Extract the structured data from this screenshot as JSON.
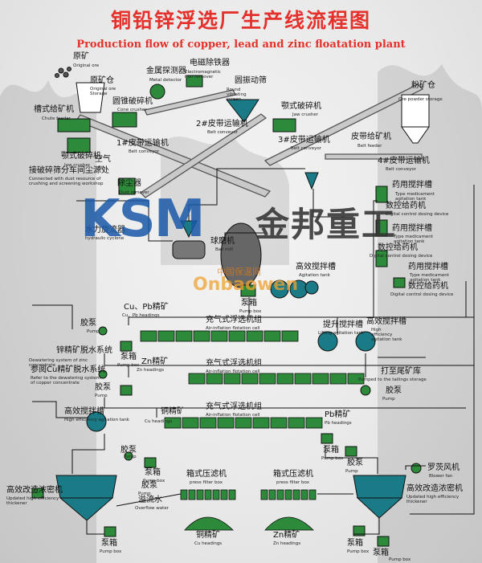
{
  "title_cn": "铜铅锌浮选厂生产线流程图",
  "title_en": "Production flow of copper, lead and zinc floatation plant",
  "labels": {
    "raw_ore": {
      "cn": "原矿",
      "en": "Original ore"
    },
    "ore_bin": {
      "cn": "原矿仓",
      "en": "Original ore Storage"
    },
    "chute_feeder": {
      "cn": "槽式给矿机",
      "en": "Chute feeder"
    },
    "jaw_crusher1": {
      "cn": "颚式破碎机",
      "en": "Jaw crusher"
    },
    "cone_crusher": {
      "cn": "圆锥破碎机",
      "en": "Cone crusher"
    },
    "metal_detector": {
      "cn": "金属探测器",
      "en": "Metal detector"
    },
    "iron_remover": {
      "cn": "电磁除铁器",
      "en": "Electromagnetic iron remover"
    },
    "vibrating_screen": {
      "cn": "圆振动筛",
      "en": "Round vibrating screen"
    },
    "jaw_crusher2": {
      "cn": "颚式破碎机",
      "en": "Jaw crusher"
    },
    "powder_bin": {
      "cn": "粉矿仓",
      "en": "Ore powder storage"
    },
    "belt1": {
      "cn": "1#皮带运输机",
      "en": "Belt conveyor"
    },
    "belt2": {
      "cn": "2#皮带运输机",
      "en": "Belt conveyor"
    },
    "belt3": {
      "cn": "3#皮带运输机",
      "en": "Belt conveyor"
    },
    "belt_feeder": {
      "cn": "皮带给矿机",
      "en": "Belt feeder"
    },
    "belt4": {
      "cn": "4#皮带运输机",
      "en": "Belt conveyor"
    },
    "air": {
      "cn": "空气",
      "en": "Air"
    },
    "dust_source": {
      "cn": "接破碎筛分车间尘源处",
      "en": "Connected with dust resource of crushing and screening workshop"
    },
    "dust_remover": {
      "cn": "除尘器",
      "en": "Dust remover"
    },
    "hydrocyclone": {
      "cn": "水力旋流器",
      "en": "hydraulic cyclone"
    },
    "ball_mill": {
      "cn": "球磨机",
      "en": "Ball mill"
    },
    "pump_box1": {
      "cn": "泵箱",
      "en": "Pump box"
    },
    "reagent_tank1": {
      "cn": "药用搅拌槽",
      "en": "Type medicament agitation tank"
    },
    "dosing1": {
      "cn": "数控给药机",
      "en": "Digital control dosing device"
    },
    "reagent_tank2": {
      "cn": "药用搅拌槽",
      "en": "Type medicament agitation tank"
    },
    "dosing2": {
      "cn": "数控给药机",
      "en": "Digital control dosing device"
    },
    "reagent_tank3": {
      "cn": "药用搅拌槽",
      "en": "Type medicament agitation tank"
    },
    "dosing3": {
      "cn": "数控给药机",
      "en": "Digital control dosing device"
    },
    "agitator_mid": {
      "cn": "高效搅拌槽",
      "en": "Agitation tank"
    },
    "cupb_conc": {
      "cn": "Cu、Pb精矿",
      "en": "Cu、Pb headings"
    },
    "pump1": {
      "cn": "胶泵",
      "en": "Pump"
    },
    "flot_group1": {
      "cn": "充气式浮选机组",
      "en": "Air-inflation flotation cell"
    },
    "lift_agitator": {
      "cn": "提升搅拌槽",
      "en": "Lifting agitation tank"
    },
    "hi_agitator1": {
      "cn": "高效搅拌槽",
      "en": "High efficiency agitation tank"
    },
    "zn_dewater": {
      "cn": "锌精矿脱水系统",
      "en": "Dewatering system of zinc concentrate"
    },
    "cupb_dewater": {
      "cn": "参阅Cu精矿脱水系统",
      "en": "Refer to the dewatering system of copper concentrate"
    },
    "zn_conc": {
      "cn": "Zn精矿",
      "en": "Zn headings"
    },
    "pump_box2": {
      "cn": "泵箱",
      "en": "Pump box"
    },
    "flot_group2": {
      "cn": "充气式浮选机组",
      "en": "Air-inflation flotation cell"
    },
    "tailings": {
      "cn": "打至尾矿库",
      "en": "Pumped to the tailings storage"
    },
    "pump2": {
      "cn": "胶泵",
      "en": "Pump"
    },
    "pump3": {
      "cn": "胶泵",
      "en": "Pump"
    },
    "flot_group3": {
      "cn": "充气式浮选机组",
      "en": "Air-inflation flotation cell"
    },
    "hi_agitator2": {
      "cn": "高效搅拌槽",
      "en": "High efficiency agitation tank"
    },
    "cu_conc": {
      "cn": "铜精矿",
      "en": "Cu headings"
    },
    "pb_conc": {
      "cn": "Pb精矿",
      "en": "Pb headings"
    },
    "pump_box3": {
      "cn": "泵箱",
      "en": "Pump box"
    },
    "pump4": {
      "cn": "胶泵",
      "en": "Pump"
    },
    "pump5": {
      "cn": "胶泵",
      "en": "Pump"
    },
    "pump_box4": {
      "cn": "泵箱",
      "en": "Pump box"
    },
    "roots_blower": {
      "cn": "罗茨风机",
      "en": "Blower fan"
    },
    "thickener1": {
      "cn": "高效改造浓密机",
      "en": "Updated high efficiency thickener"
    },
    "press1": {
      "cn": "箱式压滤机",
      "en": "press filter box"
    },
    "press2": {
      "cn": "箱式压滤机",
      "en": "press filter box"
    },
    "thickener2": {
      "cn": "高效改造浓密机",
      "en": "Updated high efficiency thickener"
    },
    "overflow": {
      "cn": "溢流水",
      "en": "Overflow water"
    },
    "pump6": {
      "cn": "胶泵",
      "en": "Pump"
    },
    "cu_conc2": {
      "cn": "铜精矿",
      "en": "Cu headings"
    },
    "zn_conc2": {
      "cn": "Zn精矿",
      "en": "Zn headings"
    },
    "pump_box5": {
      "cn": "泵箱",
      "en": "Pump box"
    },
    "pump_box6": {
      "cn": "泵箱",
      "en": "Pump box"
    },
    "pump_box7": {
      "cn": "泵箱",
      "en": "Pump box"
    }
  },
  "logo": {
    "text": "KSM",
    "cn": "金邦重工"
  },
  "watermark": {
    "cn": "中国保温网",
    "url": "Onbaowen"
  },
  "colors": {
    "title": "#e4312b",
    "equipment": "#2d8a3a",
    "tank": "#1a7a86",
    "logo": "#1a5aa8",
    "watermark": "#f0a230"
  }
}
